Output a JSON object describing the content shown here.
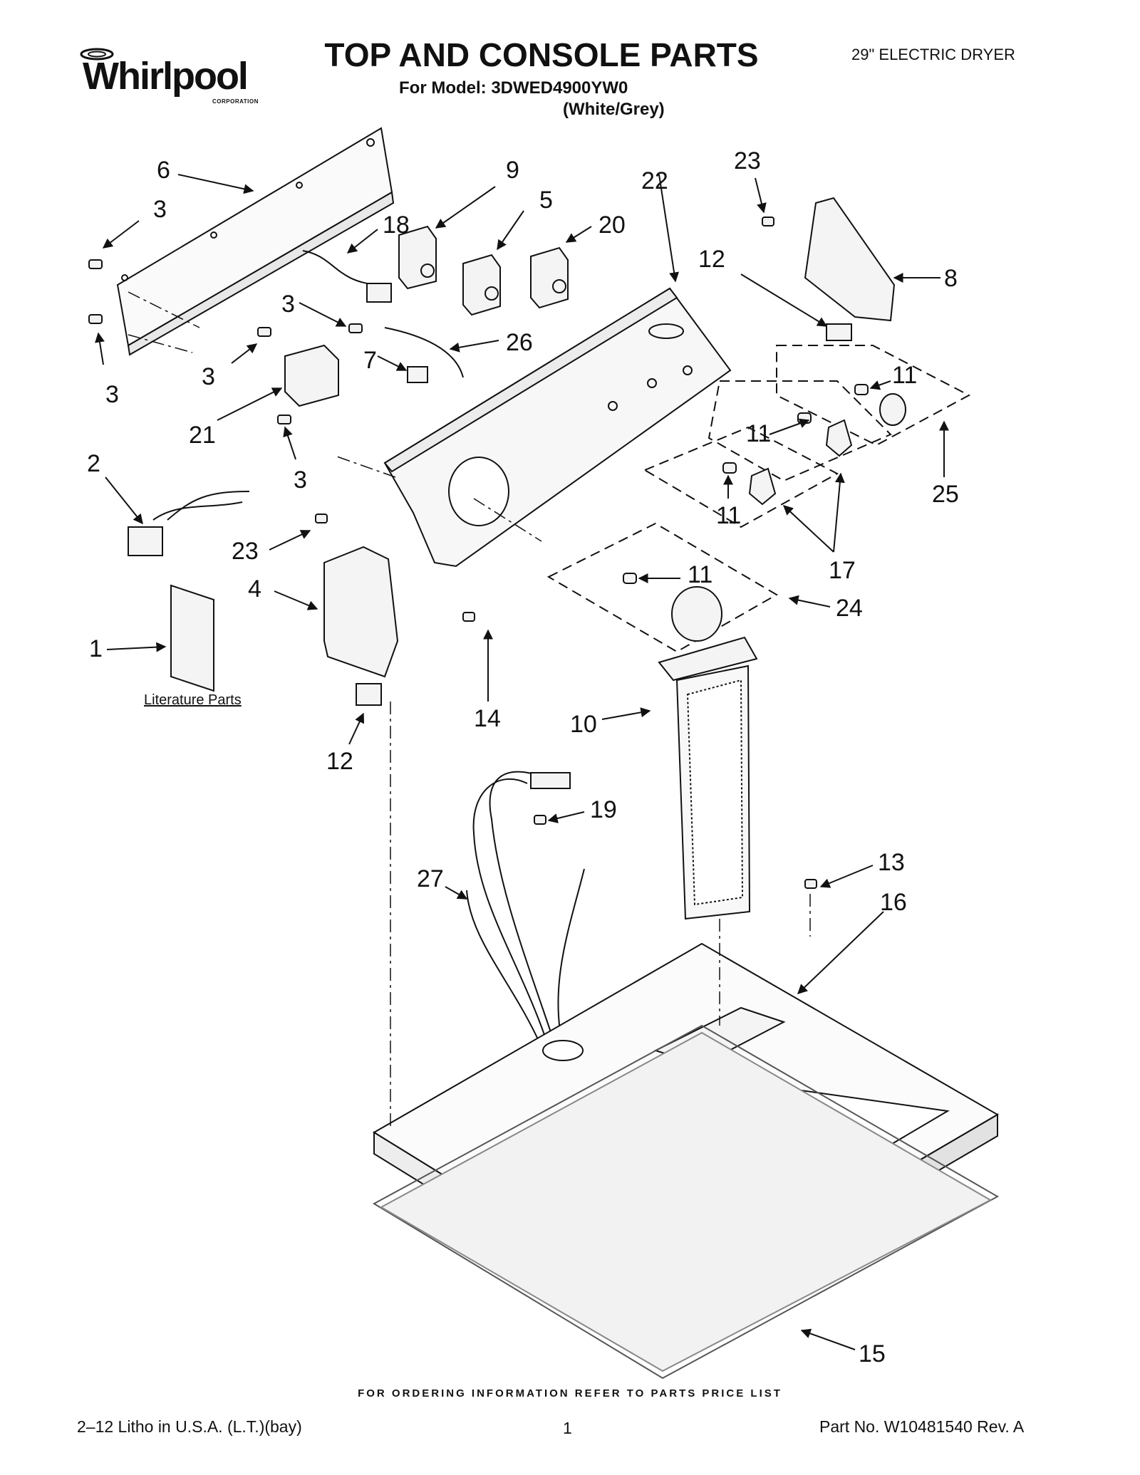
{
  "brand": {
    "name": "Whirlpool",
    "corporation": "CORPORATION"
  },
  "header": {
    "title": "TOP AND CONSOLE PARTS",
    "model_line": "For Model: 3DWED4900YW0",
    "color_line": "(White/Grey)",
    "product": "29\" ELECTRIC DRYER"
  },
  "literature_label": "Literature Parts",
  "callouts": [
    "6",
    "3",
    "3",
    "3",
    "3",
    "3",
    "9",
    "5",
    "20",
    "18",
    "26",
    "7",
    "21",
    "22",
    "23",
    "12",
    "8",
    "11",
    "11",
    "11",
    "11",
    "25",
    "17",
    "24",
    "2",
    "23",
    "4",
    "1",
    "14",
    "12",
    "10",
    "19",
    "27",
    "13",
    "16",
    "15"
  ],
  "footer": {
    "ordering_note": "FOR ORDERING INFORMATION REFER TO PARTS PRICE LIST",
    "litho": "2–12 Litho in U.S.A. (L.T.)(bay)",
    "page": "1",
    "part_no": "Part No. W10481540 Rev. A"
  }
}
